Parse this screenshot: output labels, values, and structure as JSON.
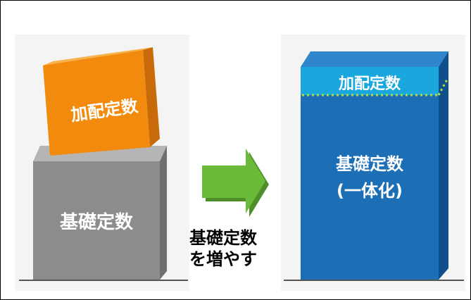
{
  "left_diagram": {
    "top_block_label": "加配定数",
    "bottom_block_label": "基礎定数"
  },
  "arrow_caption": {
    "line1": "基礎定数",
    "line2": "を増やす"
  },
  "right_diagram": {
    "top_band_label": "加配定数",
    "main_label_line1": "基礎定数",
    "main_label_line2": "(一体化)"
  },
  "colors": {
    "orange_block": "#f28a0e",
    "gray_block": "#8c8c8c",
    "blue_block": "#1c6eb5",
    "cyan_band": "#1aa7dd",
    "green_arrow": "#6abb3a",
    "dotted_line": "#b7dc3a"
  }
}
